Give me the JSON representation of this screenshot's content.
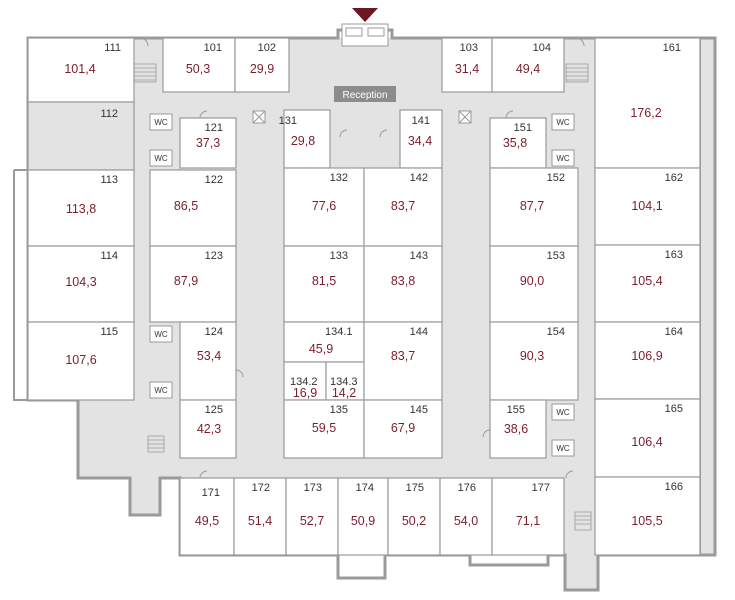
{
  "reception_label": "Reception",
  "wc_label": "WC",
  "colors": {
    "hall": "#e3e3e3",
    "wall": "#9a9a9a",
    "area_text": "#7a1f2b",
    "reception_bg": "#8c8c8c",
    "marker": "#6b1621"
  },
  "rooms": [
    {
      "id": "111",
      "area": "101,4"
    },
    {
      "id": "101",
      "area": "50,3"
    },
    {
      "id": "102",
      "area": "29,9"
    },
    {
      "id": "103",
      "area": "31,4"
    },
    {
      "id": "104",
      "area": "49,4"
    },
    {
      "id": "161",
      "area": "176,2"
    },
    {
      "id": "112",
      "area": ""
    },
    {
      "id": "121",
      "area": "37,3"
    },
    {
      "id": "131",
      "area": "29,8"
    },
    {
      "id": "141",
      "area": "34,4"
    },
    {
      "id": "151",
      "area": "35,8"
    },
    {
      "id": "113",
      "area": "113,8"
    },
    {
      "id": "122",
      "area": "86,5"
    },
    {
      "id": "132",
      "area": "77,6"
    },
    {
      "id": "142",
      "area": "83,7"
    },
    {
      "id": "152",
      "area": "87,7"
    },
    {
      "id": "162",
      "area": "104,1"
    },
    {
      "id": "114",
      "area": "104,3"
    },
    {
      "id": "123",
      "area": "87,9"
    },
    {
      "id": "133",
      "area": "81,5"
    },
    {
      "id": "143",
      "area": "83,8"
    },
    {
      "id": "153",
      "area": "90,0"
    },
    {
      "id": "163",
      "area": "105,4"
    },
    {
      "id": "115",
      "area": "107,6"
    },
    {
      "id": "124",
      "area": "53,4"
    },
    {
      "id": "134.1",
      "area": "45,9"
    },
    {
      "id": "134.2",
      "area": "16,9"
    },
    {
      "id": "134.3",
      "area": "14,2"
    },
    {
      "id": "144",
      "area": "83,7"
    },
    {
      "id": "154",
      "area": "90,3"
    },
    {
      "id": "164",
      "area": "106,9"
    },
    {
      "id": "125",
      "area": "42,3"
    },
    {
      "id": "135",
      "area": "59,5"
    },
    {
      "id": "145",
      "area": "67,9"
    },
    {
      "id": "155",
      "area": "38,6"
    },
    {
      "id": "165",
      "area": "106,4"
    },
    {
      "id": "171",
      "area": "49,5"
    },
    {
      "id": "172",
      "area": "51,4"
    },
    {
      "id": "173",
      "area": "52,7"
    },
    {
      "id": "174",
      "area": "50,9"
    },
    {
      "id": "175",
      "area": "50,2"
    },
    {
      "id": "176",
      "area": "54,0"
    },
    {
      "id": "177",
      "area": "71,1"
    },
    {
      "id": "166",
      "area": "105,5"
    }
  ]
}
